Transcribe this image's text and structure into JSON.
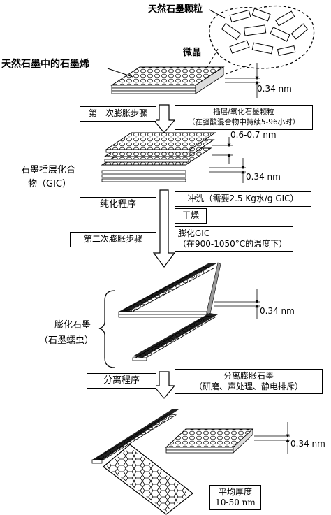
{
  "labels": {
    "natural_particle": "天然石墨颗粒",
    "microcrystal": "微晶",
    "graphene_in_graphite": "天然石墨中的石墨烯",
    "gic_line1": "石墨插层化合",
    "gic_line2": "物（GIC）",
    "expanded_line1": "膨化石墨",
    "expanded_line2": "（石墨蠕虫）"
  },
  "steps": {
    "first_expansion": "第一次膨胀步骤",
    "purification": "纯化程序",
    "second_expansion": "第二次膨胀步骤",
    "separation": "分离程序"
  },
  "notes": {
    "intercalation_line1": "插层/氧化石墨颗粒",
    "intercalation_line2": "（在强酸混合物中持续5-96小时）",
    "rinse": "冲洗（需要2.5 Kg水/g GIC）",
    "dry": "干燥",
    "expand_gic_line1": "膨化GIC",
    "expand_gic_line2": "（在900-1050°C的温度下）",
    "separate_line1": "分离膨胀石墨",
    "separate_line2": "（研磨、声处理、静电排斥）",
    "thickness_line1": "平均厚度",
    "thickness_line2": "10-50 nm"
  },
  "dimensions": {
    "d1": "0.34 nm",
    "d2": "0.6-0.7 nm",
    "d3": "0.34 nm",
    "d4": "0.34 nm",
    "d5": "0.34 nm"
  }
}
